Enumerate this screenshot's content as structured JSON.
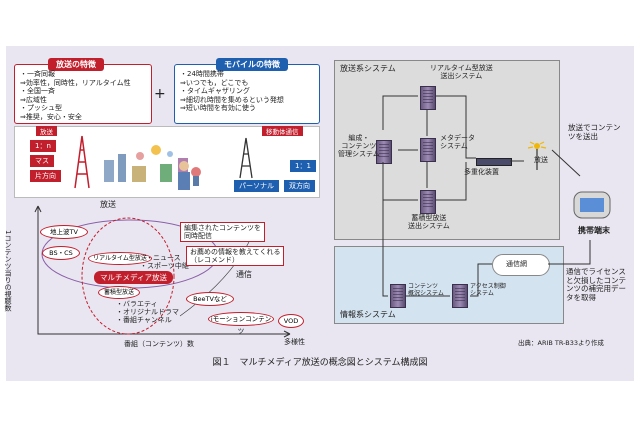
{
  "broadcast_features": {
    "title": "放送の特徴",
    "lines": [
      "・一斉同報",
      "⇒効率性，同時性，リアルタイム性",
      "・全国一斉",
      "⇒広域性",
      "・プッシュ型",
      "⇒推奨，安心・安全"
    ]
  },
  "mobile_features": {
    "title": "モバイルの特徴",
    "lines": [
      "・24時間携帯",
      "⇒いつでも，どこでも",
      "・タイムギャザリング",
      "⇒細切れ時間を集めるという発想",
      "⇒短い時間を有効に使う"
    ]
  },
  "plus": "+",
  "illustration": {
    "left_label": "放送",
    "one_to_n": "1：n",
    "mass": "マス",
    "one_way": "片方向",
    "right_label": "移動体通信",
    "one_to_one": "1：1",
    "personal": "パーソナル",
    "two_way": "双方向"
  },
  "matrix": {
    "y_axis": "1コンテンツ当りの視聴数",
    "x_axis": "番組（コンテンツ）数",
    "x_more": "多様性",
    "broadcast": "放送",
    "terrestrial": "地上波TV",
    "bs_cs": "BS・CS",
    "realtime": "リアルタイム型放送",
    "news": "・ニュース",
    "sports": "・スポーツ中継",
    "multimedia": "マルチメディア放送",
    "storage": "蓄積型放送",
    "variety": "・バラエティ",
    "drama": "・オリジナルドラマ",
    "special": "・番組チャンネル",
    "telecom": "通信",
    "beetv": "BeeTVなど",
    "imotion": "iモーションコンテンツ",
    "vod": "VOD",
    "callout1": "編集されたコンテンツを\n同時配信",
    "callout2": "お薦めの情報を教えてくれる\n（レコメンド）"
  },
  "system": {
    "broadcast_sys": "放送系システム",
    "info_sys": "情報系システム",
    "realtime_sys": "リアルタイム型放送\n送出システム",
    "org_sys": "編成・\nコンテンツ\n管理システム",
    "meta_sys": "メタデータ\nシステム",
    "mux": "多重化装置",
    "antenna": "放送",
    "storage_sys": "蓄積型放送\n送出システム",
    "content_db": "コンテンツ\n概況システム",
    "access_ctrl": "アクセス制御\nシステム",
    "network": "通信網",
    "send": "放送でコンテン\nツを送出",
    "terminal": "携帯端末",
    "license": "通信でライセンス\nと欠損したコンテ\nンツの補完用デー\nタを取得",
    "source": "出典：ARIB TR-B33より作成"
  },
  "caption": "図１　マルチメディア放送の概念図とシステム構成図"
}
